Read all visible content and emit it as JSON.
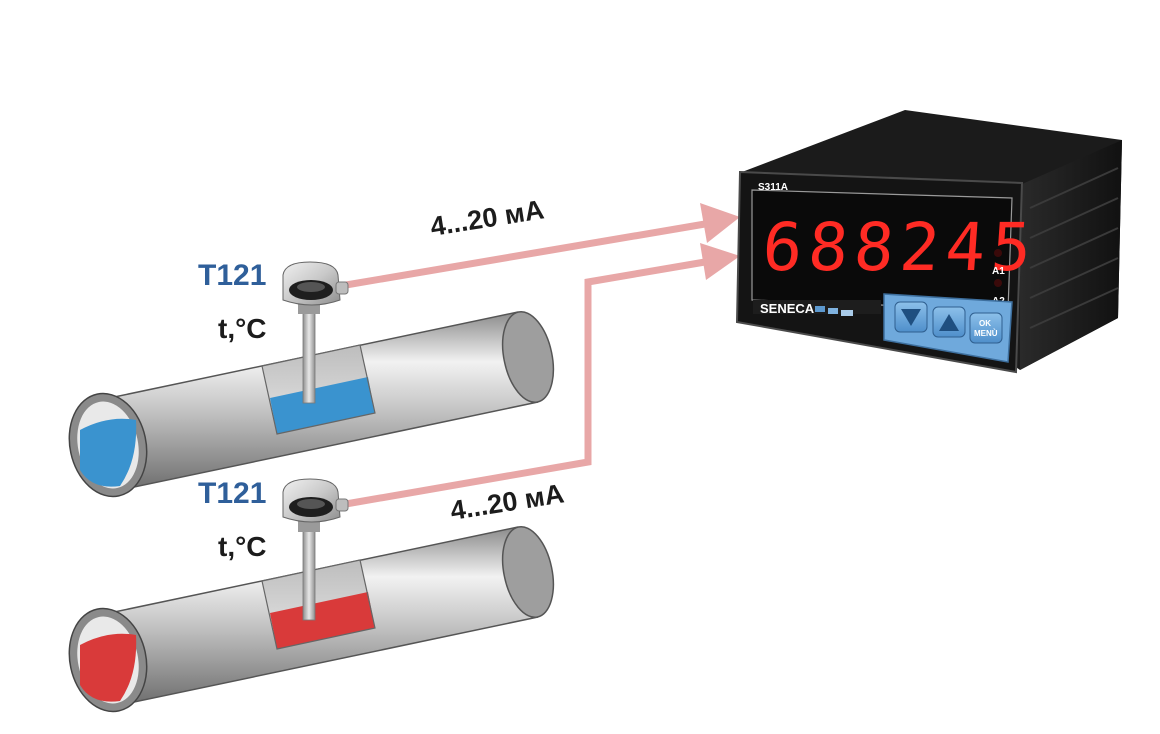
{
  "sensors": [
    {
      "model": "T121",
      "measure": "t,°C",
      "fluid_color": "#3a93cf"
    },
    {
      "model": "T121",
      "measure": "t,°C",
      "fluid_color": "#d93a3a"
    }
  ],
  "signals": [
    {
      "label": "4...20 мА"
    },
    {
      "label": "4...20 мА"
    }
  ],
  "indicator": {
    "model": "S311A",
    "display_value": "688245",
    "alarm_labels": [
      "A1",
      "A2"
    ],
    "brand": "SENECA",
    "ok_label": "OK",
    "menu_label": "MENÙ",
    "button_down_icon": "triangle-down-icon",
    "button_up_icon": "triangle-up-icon"
  },
  "colors": {
    "arrow": "#e8a7a7",
    "display_digits": "#ff2b24",
    "button_blue": "#6fa9dc",
    "label_blue": "#2f5f9a"
  }
}
